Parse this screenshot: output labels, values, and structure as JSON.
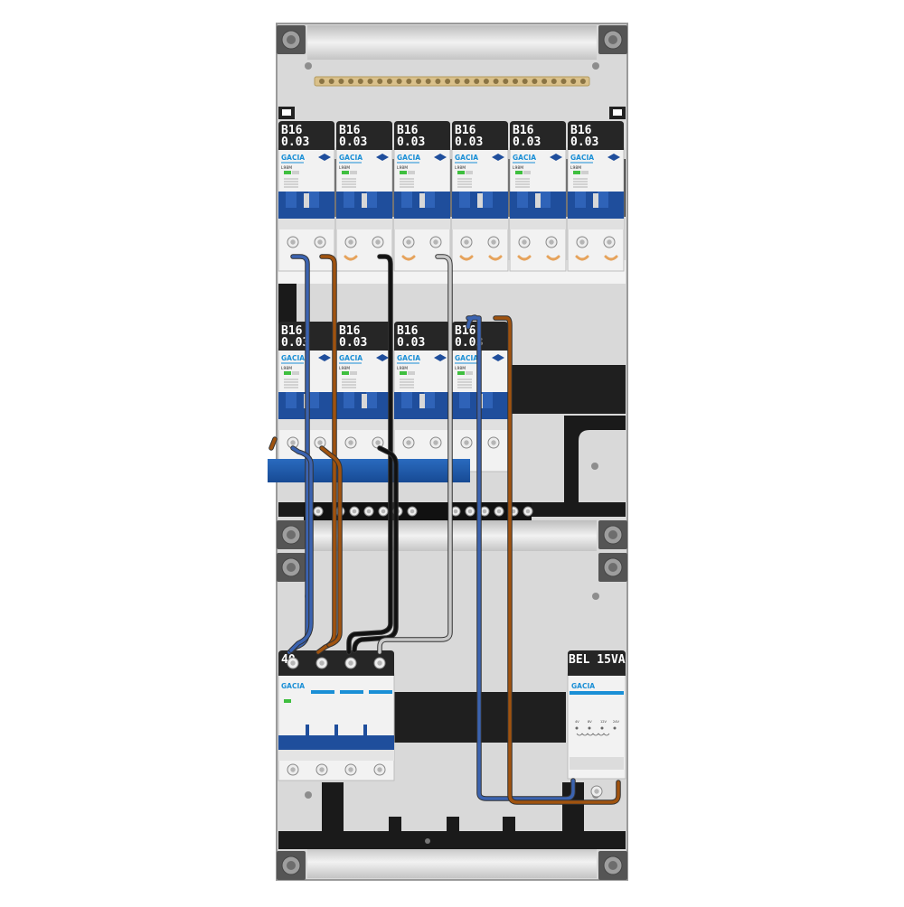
{
  "panel": {
    "row1_breakers": [
      {
        "rating": "B16",
        "sensitivity": "0.03",
        "brand": "GACIA",
        "model": "L98M"
      },
      {
        "rating": "B16",
        "sensitivity": "0.03",
        "brand": "GACIA",
        "model": "L98M"
      },
      {
        "rating": "B16",
        "sensitivity": "0.03",
        "brand": "GACIA",
        "model": "L98M"
      },
      {
        "rating": "B16",
        "sensitivity": "0.03",
        "brand": "GACIA",
        "model": "L98M"
      },
      {
        "rating": "B16",
        "sensitivity": "0.03",
        "brand": "GACIA",
        "model": "L98M"
      },
      {
        "rating": "B16",
        "sensitivity": "0.03",
        "brand": "GACIA",
        "model": "L98M"
      }
    ],
    "row2_breakers": [
      {
        "rating": "B16",
        "sensitivity": "0.03",
        "brand": "GACIA",
        "model": "L98M"
      },
      {
        "rating": "B16",
        "sensitivity": "0.03",
        "brand": "GACIA",
        "model": "L98M"
      },
      {
        "rating": "B16",
        "sensitivity": "0.03",
        "brand": "GACIA",
        "model": "L98M"
      },
      {
        "rating": "B16",
        "sensitivity": "0.03",
        "brand": "GACIA",
        "model": "L98M"
      }
    ],
    "main_switch": {
      "rating": "40",
      "brand": "GACIA"
    },
    "bell_transformer": {
      "label": "BEL 15VA",
      "brand": "GACIA",
      "taps": [
        "4V",
        "8V",
        "12V",
        "24V"
      ]
    }
  },
  "colors": {
    "enclosure": "#d9d9d9",
    "breaker_blue": "#1f4e9c",
    "label_black": "#262626",
    "wire_blue": "#3b63b0",
    "wire_brown": "#a0530f",
    "wire_black": "#111111",
    "wire_grey": "#c8c8c8",
    "busbar_brass": "#d9c08a",
    "brand_cyan": "#1a8fd6"
  }
}
